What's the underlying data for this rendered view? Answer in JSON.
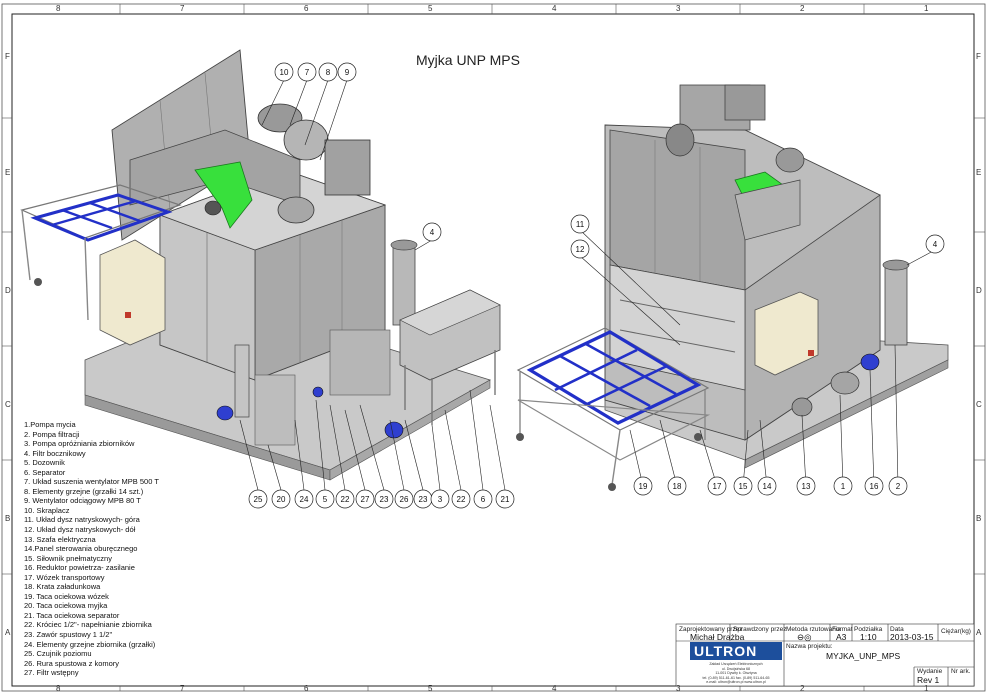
{
  "title": "Myjka UNP  MPS",
  "border": {
    "columns": [
      "8",
      "7",
      "6",
      "5",
      "4",
      "3",
      "2",
      "1"
    ],
    "rows": [
      "F",
      "E",
      "D",
      "C",
      "B",
      "A"
    ]
  },
  "legend": [
    "1.Pompa mycia",
    "2. Pompa filtracji",
    "3. Pompa opróżniania zbiorników",
    "4. Filtr bocznikowy",
    "5. Dozownik",
    "6. Separator",
    "7. Układ suszenia wentylator MPB 500 T",
    "8. Elementy grzejne (grzałki 14 szt.)",
    "9. Wentylator odciągowy MPB 80 T",
    "10. Skraplacz",
    "11. Układ dysz natryskowych- góra",
    "12. Układ dysz natryskowych- dół",
    "13. Szafa elektryczna",
    "14.Panel sterowania oburęcznego",
    "15. Siłownik pnełmatyczny",
    "16. Reduktor powietrza- zasilanie",
    "17. Wózek transportowy",
    "18. Krata załadunkowa",
    "19. Taca ociekowa wózek",
    "20. Taca ociekowa myjka",
    "21. Taca ociekowa separator",
    "22. Króciec 1/2\"- napełnianie zbiornika",
    "23. Zawór spustowy 1  1/2\"",
    "24. Elementy grzejne zbiornika (grzałki)",
    "25. Czujnik poziomu",
    "26. Rura spustowa z komory",
    "27. Filtr wstępny"
  ],
  "callouts": {
    "left_top": [
      "10",
      "7",
      "8",
      "9"
    ],
    "left_side": [
      "4"
    ],
    "left_bottom": [
      "25",
      "20",
      "24",
      "5",
      "22",
      "27",
      "23",
      "26",
      "23",
      "3",
      "22",
      "6",
      "21"
    ],
    "right_top": [
      "11",
      "12"
    ],
    "right_side": [
      "4"
    ],
    "right_bottom": [
      "19",
      "18",
      "17",
      "15",
      "14",
      "13",
      "1",
      "16",
      "2"
    ]
  },
  "titleblock": {
    "designed_label": "Zaprojektowany przez",
    "designer": "Michał Drażba",
    "checked_label": "Sprawdzony przez",
    "method_label": "Metoda rzutowania",
    "format_label": "Format",
    "format": "A3",
    "scale_label": "Podziałka",
    "scale": "1:10",
    "date_label": "Data",
    "date": "2013-03-15",
    "mass_label": "Ciężar(kg)",
    "project_label": "Nazwa projektu:",
    "project": "MYJKA_UNP_MPS",
    "company": "ULTRON",
    "address": [
      "Zakład Urządzeń Elektronicznych",
      "ul. Dwójsińska 68",
      "11-001 Dywity k. Olsztyna",
      "tel. (0-89) 511-61-61  fax. (0-89) 511-64-65",
      "e-mail: ultron@ultron.pl  www.ultron.pl"
    ],
    "version_label": "Wydanie",
    "version": "Rev 1",
    "sheet_label": "Nr ark."
  },
  "colors": {
    "machine": "#bdbdbd",
    "machine_dark": "#8f8f8f",
    "grid_blue": "#2230c8",
    "green": "#33e23a",
    "panel": "#efe9cf",
    "brand": "#1d4f9c"
  }
}
